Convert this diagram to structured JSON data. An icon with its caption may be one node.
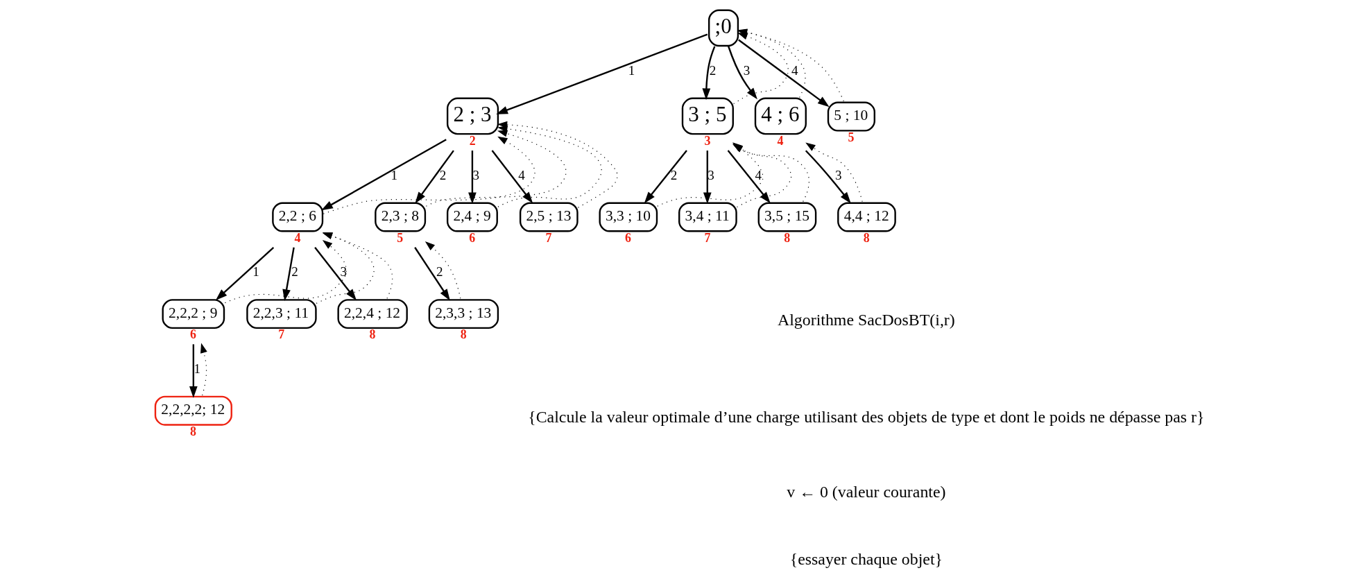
{
  "diagram": {
    "nodes": [
      {
        "text": [
          ";0"
        ]
      },
      {
        "text": [
          "2 ; 3"
        ],
        "beside": [
          "2"
        ]
      },
      {
        "text": [
          "3 ; 5"
        ],
        "beside": [
          "3"
        ]
      },
      {
        "text": [
          "4 ; 6"
        ],
        "beside": [
          "4"
        ]
      },
      {
        "text": [
          "5 ; 10"
        ],
        "beside": [
          "5"
        ]
      },
      {
        "text": [
          "2,2 ; 6"
        ],
        "beside": [
          "4"
        ]
      },
      {
        "text": [
          "2,3 ; 8"
        ],
        "beside": [
          "5"
        ]
      },
      {
        "text": [
          "2,4 ; 9"
        ],
        "beside": [
          "6"
        ]
      },
      {
        "text": [
          "2,5 ; 13"
        ],
        "beside": [
          "7"
        ]
      },
      {
        "text": [
          "3,3 ; 10"
        ],
        "beside": [
          "6"
        ]
      },
      {
        "text": [
          "3,4 ; 11"
        ],
        "beside": [
          "7"
        ]
      },
      {
        "text": [
          "3,5 ; 15"
        ],
        "beside": [
          "8"
        ]
      },
      {
        "text": [
          "4,4 ; 12"
        ],
        "beside": [
          "8"
        ]
      },
      {
        "text": [
          "2,2,2 ; 9"
        ],
        "beside": [
          "6"
        ]
      },
      {
        "text": [
          "2,2,3 ; 11"
        ],
        "beside": [
          "7"
        ]
      },
      {
        "text": [
          "2,2,4 ; 12"
        ],
        "beside": [
          "8"
        ]
      },
      {
        "text": [
          "2,3,3 ; 13"
        ],
        "beside": [
          "8"
        ]
      },
      {
        "text": [
          "2,2,2,2; 12"
        ],
        "beside": [
          "8"
        ]
      }
    ],
    "edges": [
      {
        "from": 0,
        "to": 1,
        "arrow": "to",
        "label": "1"
      },
      {
        "from": 0,
        "to": 2,
        "arrow": "to",
        "label": "2"
      },
      {
        "from": 0,
        "to": 3,
        "arrow": "to",
        "label": "3"
      },
      {
        "from": 0,
        "to": 4,
        "arrow": "to",
        "label": "4"
      },
      {
        "from": 2,
        "to": 0,
        "arrow": "to",
        "style": "dashed"
      },
      {
        "from": 3,
        "to": 0,
        "arrow": "to",
        "style": "dashed"
      },
      {
        "from": 4,
        "to": 0,
        "arrow": "to",
        "style": "dashed"
      },
      {
        "from": 1,
        "to": 5,
        "arrow": "to",
        "label": "1"
      },
      {
        "from": 1,
        "to": 6,
        "arrow": "to",
        "label": "2"
      },
      {
        "from": 1,
        "to": 7,
        "arrow": "to",
        "label": "3"
      },
      {
        "from": 1,
        "to": 8,
        "arrow": "to",
        "label": "4"
      },
      {
        "from": 5,
        "to": 1,
        "arrow": "to",
        "style": "dashed"
      },
      {
        "from": 6,
        "to": 1,
        "arrow": "to",
        "style": "dashed"
      },
      {
        "from": 7,
        "to": 1,
        "arrow": "to",
        "style": "dashed"
      },
      {
        "from": 8,
        "to": 1,
        "arrow": "to",
        "style": "dashed"
      },
      {
        "from": 2,
        "to": 9,
        "arrow": "to",
        "label": "2"
      },
      {
        "from": 2,
        "to": 10,
        "arrow": "to",
        "label": "3"
      },
      {
        "from": 2,
        "to": 11,
        "arrow": "to",
        "label": "4"
      },
      {
        "from": 9,
        "to": 2,
        "arrow": "to",
        "style": "dashed"
      },
      {
        "from": 10,
        "to": 2,
        "arrow": "to",
        "style": "dashed"
      },
      {
        "from": 11,
        "to": 2,
        "arrow": "to",
        "style": "dashed"
      },
      {
        "from": 3,
        "to": 12,
        "arrow": "to",
        "label": "3"
      },
      {
        "from": 12,
        "to": 3,
        "arrow": "to",
        "style": "dashed"
      },
      {
        "from": 5,
        "to": 13,
        "arrow": "to",
        "label": "1"
      },
      {
        "from": 5,
        "to": 14,
        "arrow": "to",
        "label": "2"
      },
      {
        "from": 5,
        "to": 15,
        "arrow": "to",
        "label": "3"
      },
      {
        "from": 13,
        "to": 5,
        "arrow": "to",
        "style": "dashed"
      },
      {
        "from": 14,
        "to": 5,
        "arrow": "to",
        "style": "dashed"
      },
      {
        "from": 15,
        "to": 5,
        "arrow": "to",
        "style": "dashed"
      },
      {
        "from": 6,
        "to": 16,
        "arrow": "to",
        "label": "2"
      },
      {
        "from": 16,
        "to": 6,
        "arrow": "to",
        "style": "dashed"
      },
      {
        "from": 13,
        "to": 17,
        "arrow": "to",
        "label": "1"
      },
      {
        "from": 17,
        "to": 13,
        "arrow": "to",
        "style": "dashed"
      }
    ],
    "labels": [
      "Algorithme SacDosBT(i,r)",
      "{Calcule la valeur optimale d’une charge utilisant des objets de type et dont le poids ne dépasse pas r}",
      "v ← 0 (valeur courante)",
      "{essayer chaque objet}"
    ]
  }
}
